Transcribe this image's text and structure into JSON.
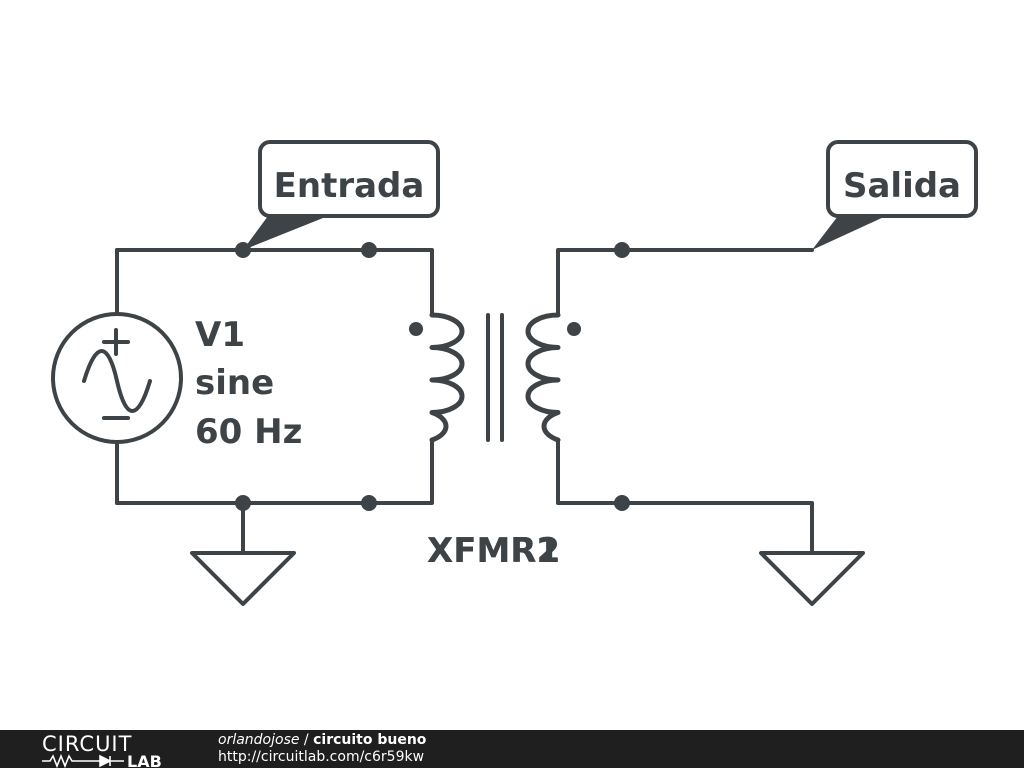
{
  "labels": {
    "input_net": "Entrada",
    "output_net": "Salida",
    "source_name": "V1",
    "source_type": "sine",
    "source_freq": "60 Hz",
    "transformer_overlap_1": "XFMR1",
    "transformer_overlap_2": "XFMR2"
  },
  "footer": {
    "logo_top": "CIRCUIT",
    "logo_bottom": "LAB",
    "username": "orlandojose",
    "separator": " / ",
    "circuit_title": "circuito bueno",
    "url": "http://circuitlab.com/c6r59kw"
  },
  "colors": {
    "ink": "#3d4346",
    "footer_bg": "#1f1f1f",
    "footer_text": "#ffffff"
  }
}
